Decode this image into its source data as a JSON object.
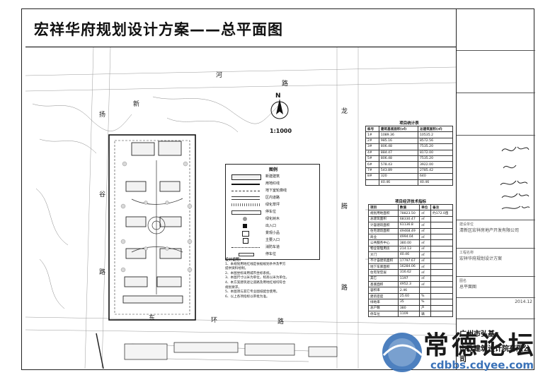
{
  "title": "宏祥华府规划设计方案——总平面图",
  "north": {
    "label": "N",
    "scale": "1:1000"
  },
  "roads": {
    "top_1": "新",
    "top_2": "河",
    "top_3": "路",
    "left_1": "扬",
    "left_2": "谷",
    "left_3": "路",
    "right_1": "龙",
    "right_2": "腾",
    "right_3": "路",
    "bottom_1": "东",
    "bottom_2": "环",
    "bottom_3": "路"
  },
  "legend": {
    "title": "图例",
    "items": [
      "新建建筑",
      "用地红线",
      "地下室轮廓线",
      "区内道路",
      "绿化草坪",
      "停车位",
      "绿化树木",
      "出入口",
      "景观小品",
      "主要入口",
      "消防车道",
      "停车位"
    ]
  },
  "notes": {
    "title": "设计说明：",
    "lines": [
      "1、本规划用地红线是依据规划条件及甲方",
      "   提供资料绘制。",
      "2、本图坐标采用城市坐标系统。",
      "3、本图尺寸以米为单位，标高以米为单位。",
      "4、本方案建筑退让道路及用地红线均符合",
      "   规划要求。",
      "5、本图须与其它专业图纸配合使用。",
      "6、以上各项指标以审批为准。"
    ]
  },
  "table1": {
    "title": "项目统计表",
    "header": [
      "栋号",
      "建筑基底面积(㎡)",
      "总建筑面积(㎡)"
    ],
    "rows": [
      [
        "1#",
        "1089.36",
        "10535.2"
      ],
      [
        "2#",
        "985.16",
        "8572.56"
      ],
      [
        "3#",
        "806.48",
        "7535.20"
      ],
      [
        "4#",
        "884.47",
        "8172.00"
      ],
      [
        "5#",
        "806.48",
        "7535.20"
      ],
      [
        "6#",
        "578.43",
        "3922.00"
      ],
      [
        "7#",
        "543.89",
        "2785.42"
      ],
      [
        "8#",
        "320",
        "640"
      ],
      [
        "",
        "40.46",
        "40.46"
      ]
    ]
  },
  "table2": {
    "title": "项目经济技术指标",
    "header": [
      "项目",
      "数值",
      "单位",
      "备注"
    ],
    "rows": [
      [
        "规划用地面积",
        "78823.50",
        "㎡",
        "约172.0亩"
      ],
      [
        "总建筑面积",
        "68330.47",
        "㎡",
        ""
      ],
      [
        "计容建筑面积",
        "61136.8",
        "㎡",
        ""
      ],
      [
        "住宅建筑面积",
        "49468.49",
        "㎡",
        ""
      ],
      [
        "商业",
        "4994.04",
        "㎡",
        ""
      ],
      [
        "公共服务中心",
        "380.00",
        "㎡",
        ""
      ],
      [
        "物业管理用房",
        "214.13",
        "㎡",
        ""
      ],
      [
        "大门",
        "40.46",
        "㎡",
        ""
      ],
      [
        "不计容建筑面积",
        "17797.67",
        "㎡",
        ""
      ],
      [
        "地下车库面积",
        "16284.06",
        "㎡",
        ""
      ],
      [
        "住宅架空层",
        "316.62",
        "㎡",
        ""
      ],
      [
        "其它",
        "1197",
        "㎡",
        ""
      ],
      [
        "基底面积",
        "4952.3",
        "㎡",
        ""
      ],
      [
        "容积率",
        "2.46",
        "",
        ""
      ],
      [
        "建筑密度",
        "25.60",
        "%",
        ""
      ],
      [
        "绿地率",
        "35",
        "%",
        ""
      ],
      [
        "总户数",
        "380",
        "户",
        ""
      ],
      [
        "停车位",
        "1109",
        "辆",
        ""
      ]
    ]
  },
  "titleblock": {
    "company_1": "广州市弘基",
    "company_2": "市政建筑设计院有限公司",
    "client_label": "建设单位",
    "client": "清新区宏祥房地产开发有限公司",
    "project_label": "工程名称",
    "project": "宏祥华府规划设计方案",
    "drawing_label": "图名",
    "drawing": "总平面图",
    "date": "2014.12"
  },
  "watermark": {
    "text": "常德论坛",
    "url": "cdbbs.cdyee.com"
  },
  "colors": {
    "line": "#222222",
    "building": "#f2f2f2",
    "watermark_blue": "#3a72b8"
  }
}
